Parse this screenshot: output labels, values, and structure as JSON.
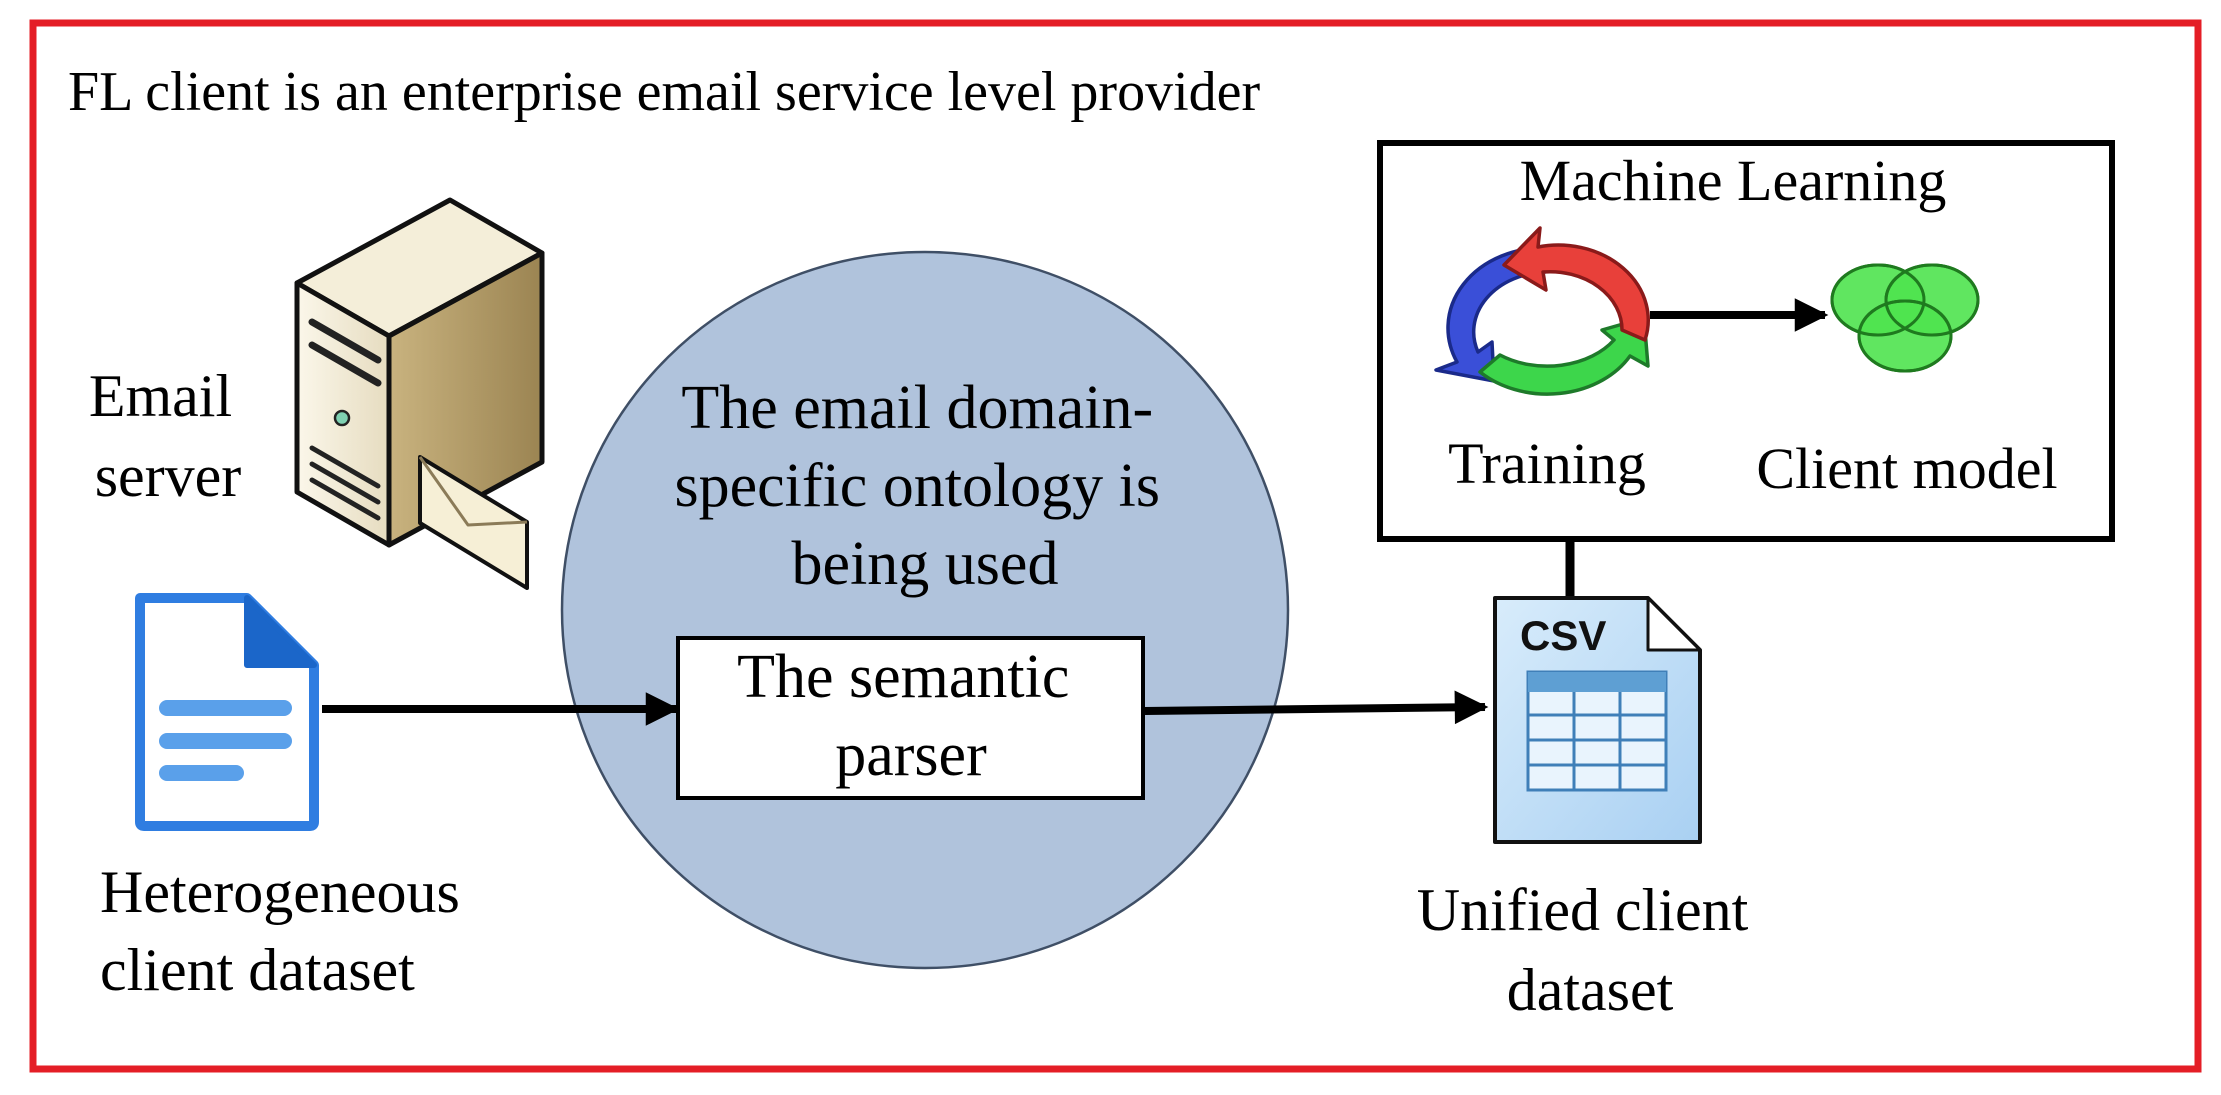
{
  "title": "FL client is an enterprise email service level provider",
  "email_server": {
    "lines": [
      "Email",
      "server"
    ]
  },
  "heterogeneous_dataset": {
    "lines": [
      "Heterogeneous",
      "client dataset"
    ]
  },
  "ontology": {
    "lines": [
      "The email domain-",
      "specific ontology is",
      "being used"
    ]
  },
  "semantic_parser": {
    "lines": [
      "The semantic",
      "parser"
    ]
  },
  "unified_dataset": {
    "lines": [
      "Unified client",
      "dataset"
    ],
    "file_badge": "CSV"
  },
  "machine_learning": {
    "title": "Machine Learning",
    "training_label": "Training",
    "client_model_label": "Client model"
  },
  "colors": {
    "frame": "#e41e26",
    "ontology_circle": "#b0c3dc",
    "document_blue": "#2f7de1",
    "cycle_blue": "#3a4fd8",
    "cycle_red": "#e8403a",
    "cycle_green": "#3dd64b",
    "model_green": "#4fe34f"
  }
}
